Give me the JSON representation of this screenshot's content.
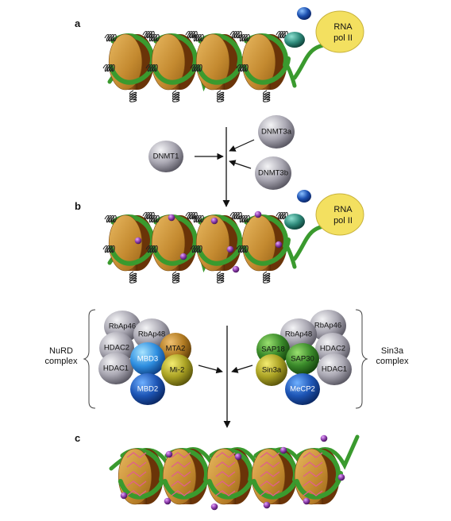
{
  "panels": {
    "a": "a",
    "b": "b",
    "c": "c"
  },
  "rna_pol": {
    "line1": "RNA",
    "line2": "pol II"
  },
  "methyltransferases": {
    "dnmt1": "DNMT1",
    "dnmt3a": "DNMT3a",
    "dnmt3b": "DNMT3b"
  },
  "nurd": {
    "label_line1": "NuRD",
    "label_line2": "complex",
    "proteins": {
      "rbap46": "RbAp46",
      "rbap48": "RbAp48",
      "hdac2": "HDAC2",
      "hdac1": "HDAC1",
      "mbd3": "MBD3",
      "mta2": "MTA2",
      "mi2": "Mi-2",
      "mbd2": "MBD2"
    }
  },
  "sin3a": {
    "label_line1": "Sin3a",
    "label_line2": "complex",
    "proteins": {
      "rbap48": "RbAp48",
      "rbap46": "RbAp46",
      "sap18": "SAP18",
      "hdac2": "HDAC2",
      "sap30": "SAP30",
      "sin3a": "Sin3a",
      "hdac1": "HDAC1",
      "mecp2": "MeCP2"
    }
  },
  "colors": {
    "nucleosome_light": "#d9a24a",
    "nucleosome_dark": "#8a4a14",
    "dna_strand": "#3a9a2e",
    "histone_tail": "#222222",
    "methyl_group": "#8a3aa8",
    "repressed_tail": "#e0608a",
    "grey_protein": "#9c9aa6",
    "blue_protein": "#1a4fa8",
    "olive_protein": "#a8a020",
    "orange_protein": "#b07820",
    "green_protein": "#3a8a2a",
    "rna_pol_yellow": "#f3e060",
    "pol_teal": "#2e8a8a"
  }
}
